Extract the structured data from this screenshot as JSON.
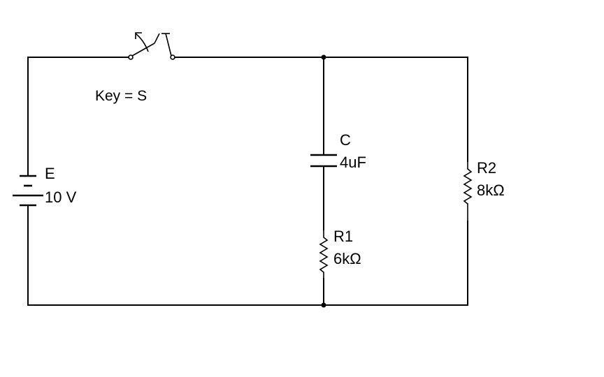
{
  "switch": {
    "label": "Key = S"
  },
  "battery": {
    "name": "E",
    "value": "10 V"
  },
  "capacitor": {
    "name": "C",
    "value": "4uF"
  },
  "resistor1": {
    "name": "R1",
    "value": "6kΩ"
  },
  "resistor2": {
    "name": "R2",
    "value": "8kΩ"
  },
  "colors": {
    "wire": "#000000",
    "background": "#ffffff"
  }
}
